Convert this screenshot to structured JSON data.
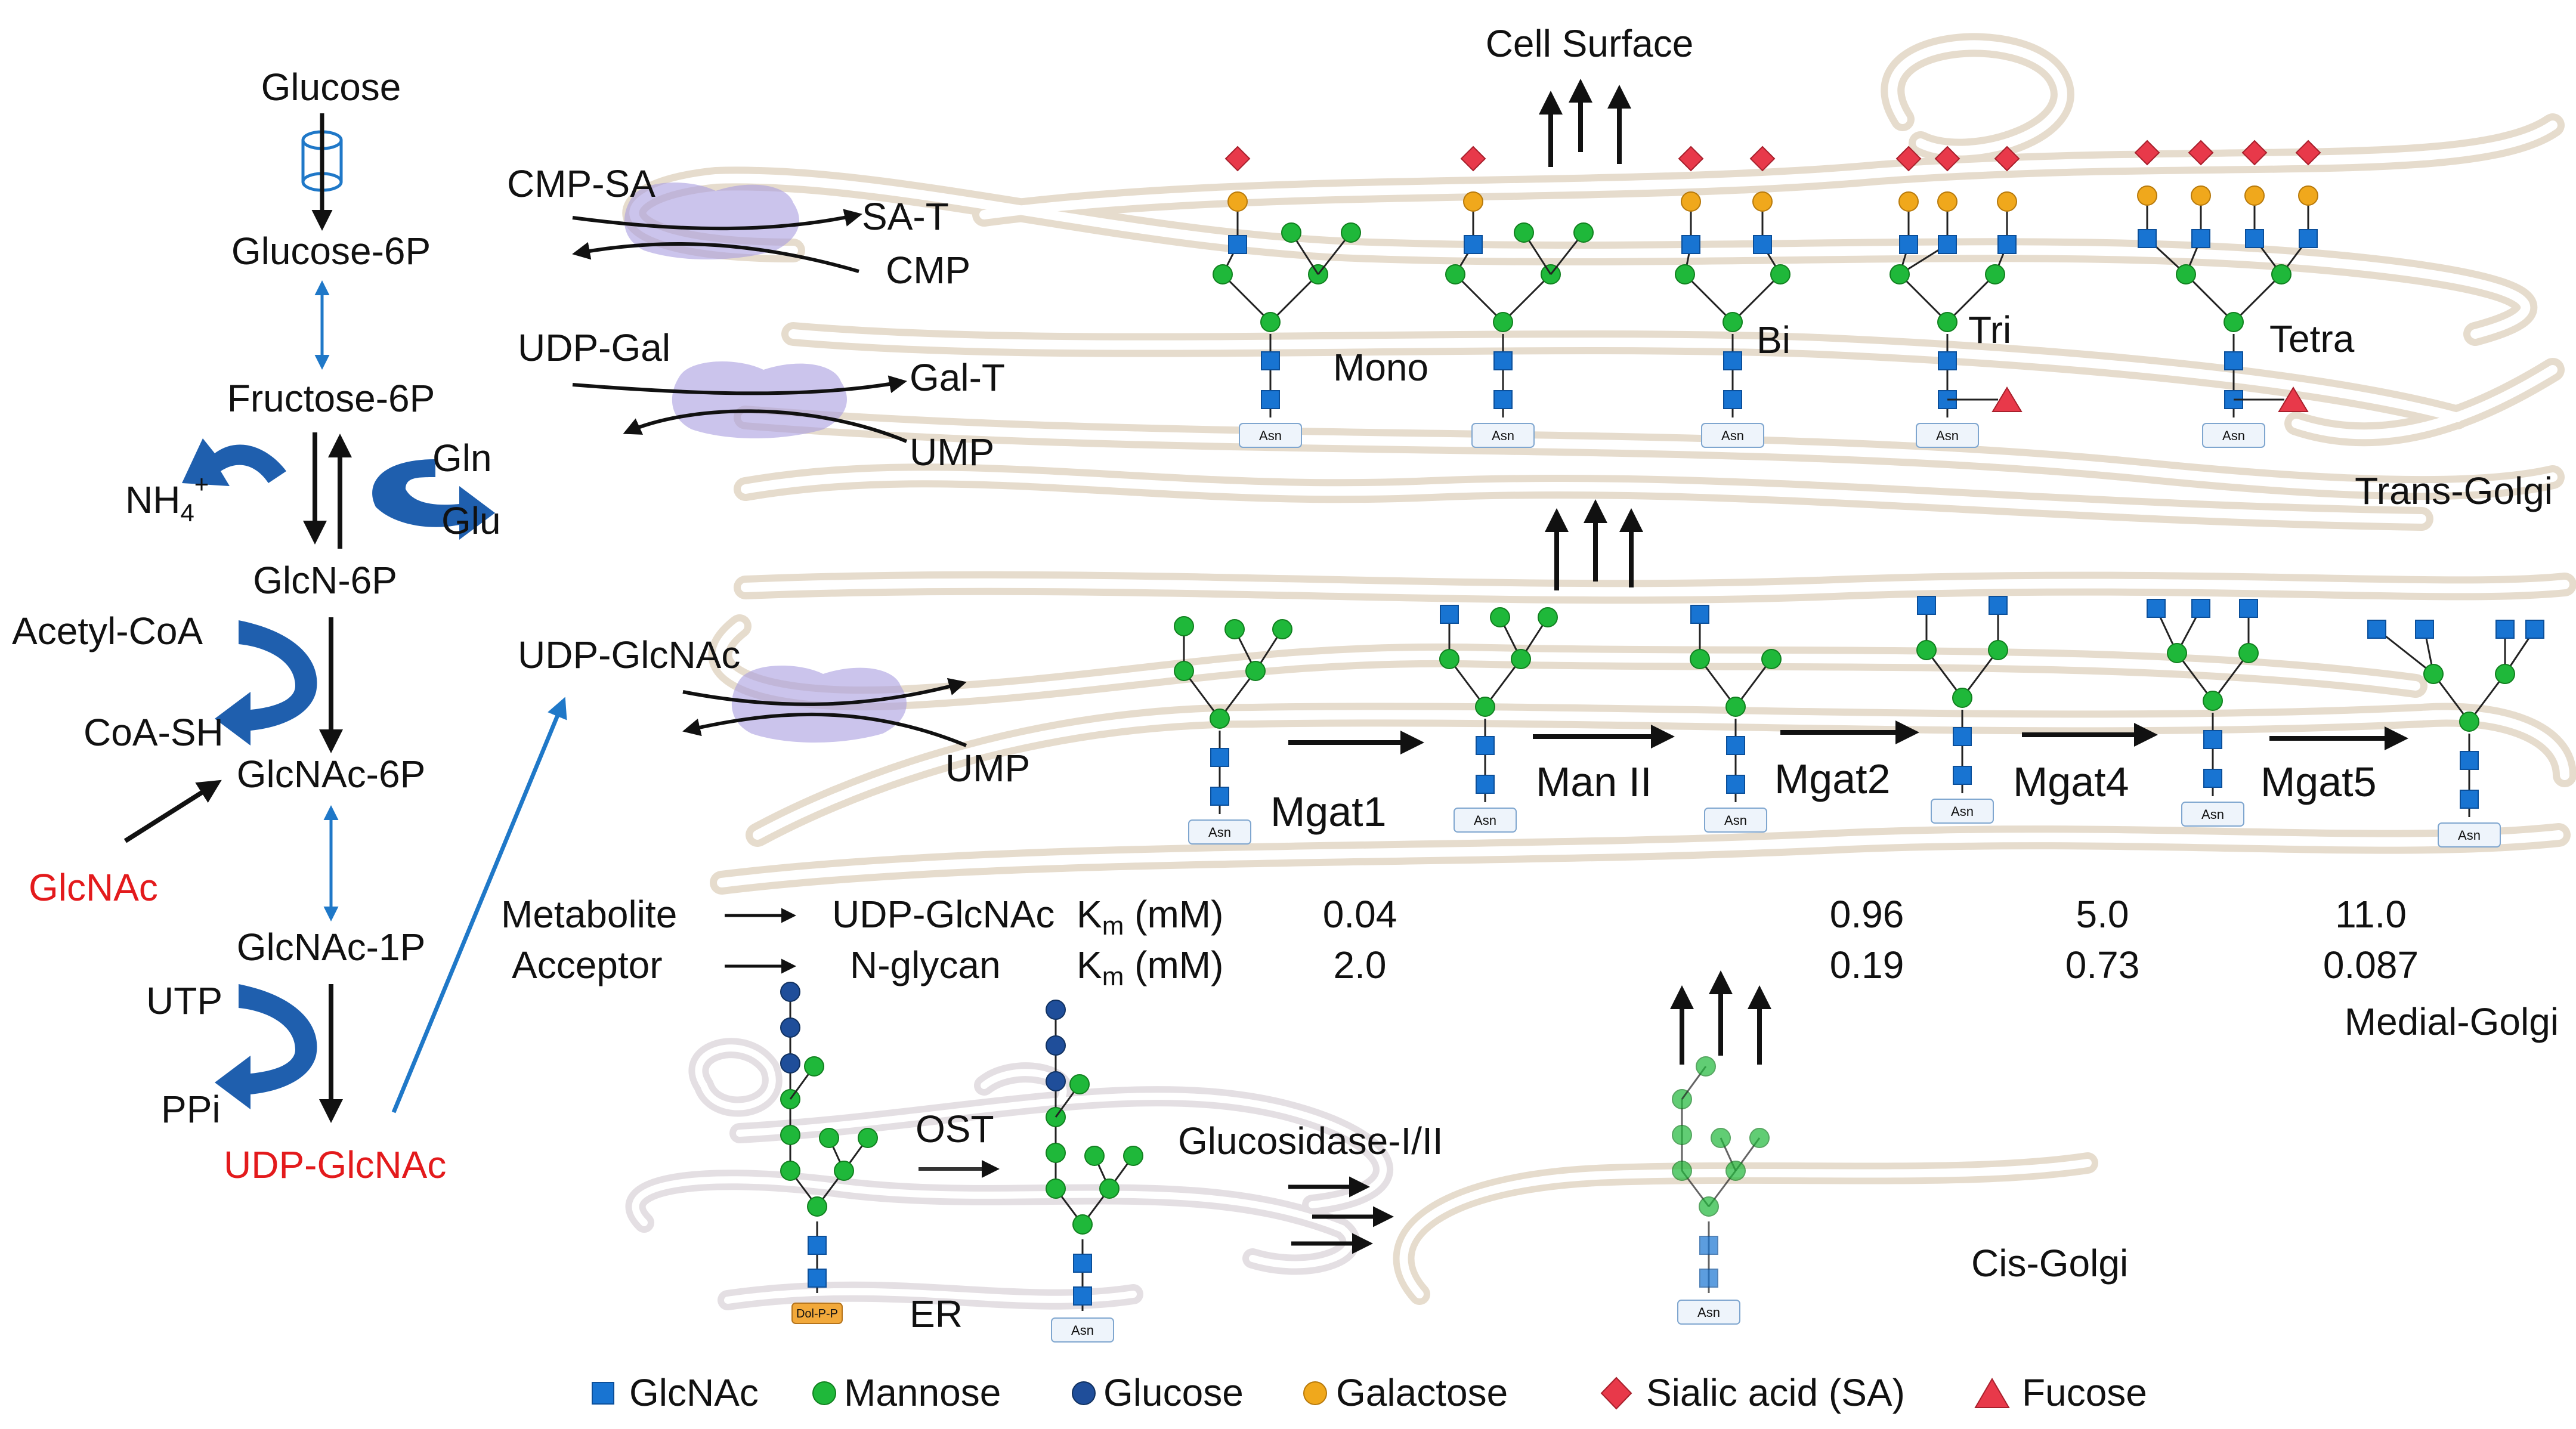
{
  "pathway": {
    "glucose": "Glucose",
    "glucose_6p": "Glucose-6P",
    "fructose_6p": "Fructose-6P",
    "gln": "Gln",
    "glu": "Glu",
    "nh4": "NH",
    "nh4_sub": "4",
    "nh4_sup": "+",
    "glcn_6p": "GlcN-6P",
    "acetyl_coa": "Acetyl-CoA",
    "coa_sh": "CoA-SH",
    "glcnac_6p": "GlcNAc-6P",
    "glcnac_ext": "GlcNAc",
    "glcnac_1p": "GlcNAc-1P",
    "utp": "UTP",
    "ppi": "PPi",
    "udp_glcnac": "UDP-GlcNAc"
  },
  "transporters": {
    "cmp_sa": "CMP-SA",
    "sa_t": "SA-T",
    "cmp": "CMP",
    "udp_gal": "UDP-Gal",
    "gal_t": "Gal-T",
    "ump_1": "UMP",
    "udp_glcnac": "UDP-GlcNAc",
    "ump_2": "UMP"
  },
  "compartments": {
    "cell_surface": "Cell Surface",
    "trans_golgi": "Trans-Golgi",
    "medial_golgi": "Medial-Golgi",
    "cis_golgi": "Cis-Golgi",
    "er": "ER"
  },
  "glycans": {
    "mono": "Mono",
    "bi": "Bi",
    "tri": "Tri",
    "tetra": "Tetra",
    "asn": "Asn",
    "dol_p_p": "Dol-P-P"
  },
  "enzymes": {
    "mgat1": "Mgat1",
    "man_ii": "Man II",
    "mgat2": "Mgat2",
    "mgat4": "Mgat4",
    "mgat5": "Mgat5",
    "ost": "OST",
    "glucosidase": "Glucosidase-I/II"
  },
  "km_table": {
    "metabolite_label": "Metabolite",
    "metabolite_name": "UDP-GlcNAc",
    "acceptor_label": "Acceptor",
    "acceptor_name": "N-glycan",
    "km_unit_k": "K",
    "km_unit_sub": "m",
    "km_unit_rest": " (mM)",
    "metabolite_values": [
      "0.04",
      "0.96",
      "5.0",
      "11.0"
    ],
    "acceptor_values": [
      "2.0",
      "0.19",
      "0.73",
      "0.087"
    ]
  },
  "legend": {
    "glcnac": "GlcNAc",
    "mannose": "Mannose",
    "glucose": "Glucose",
    "galactose": "Galactose",
    "sialic_acid": "Sialic acid (SA)",
    "fucose": "Fucose"
  },
  "colors": {
    "glcnac": "#1874d2",
    "mannose": "#1fb83a",
    "glucose": "#1f4e9a",
    "galactose": "#f0a81c",
    "sialic_acid": "#e8394a",
    "fucose": "#e8394a",
    "membrane": "#e6dccd",
    "highlight_red": "#e31a1c",
    "flux_blue": "#1f5fae"
  }
}
